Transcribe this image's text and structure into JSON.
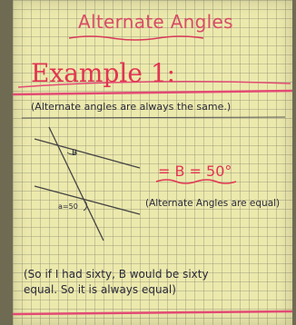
{
  "notebook": {
    "title": "Alternate Angles",
    "example_heading": "Example 1:",
    "note": "(Alternate angles are always the same.)",
    "diagram": {
      "angle_label_b": "B",
      "angle_label_given": "a=50",
      "equation": "= B = 50°",
      "reason": "(Alternate Angles are equal)"
    },
    "explanation_line_1": "(So if I had sixty, B would be sixty",
    "explanation_line_2": "equal. So it is always equal)"
  },
  "colors": {
    "paper": "#ece9ad",
    "ink": "#2a2a3a",
    "red_ink": "#e23552",
    "pink_rule": "#e24a74"
  }
}
